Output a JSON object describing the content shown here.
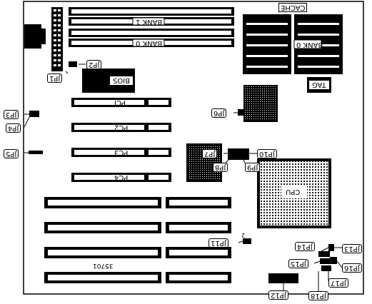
{
  "board": {
    "model": "35701",
    "cache_label": "CACHE",
    "bank_labels": [
      "BANK 1",
      "BANK 0"
    ],
    "cache_bank_label": "BANK 0",
    "tag_label": "TAG",
    "bios_label": "BIOS",
    "cpu_label": "CPU",
    "pci_slots": [
      "PCI",
      "PC2",
      "PC3",
      "PC4"
    ],
    "jumpers": [
      "JP1",
      "JP2",
      "JP3",
      "JP4",
      "JP5",
      "JP6",
      "JP7",
      "JP8",
      "JP9",
      "JP10",
      "JP11",
      "JP12",
      "JP13",
      "JP14",
      "JP15",
      "JP16",
      "JP17",
      "JP18"
    ],
    "jp11_pin": "2"
  }
}
